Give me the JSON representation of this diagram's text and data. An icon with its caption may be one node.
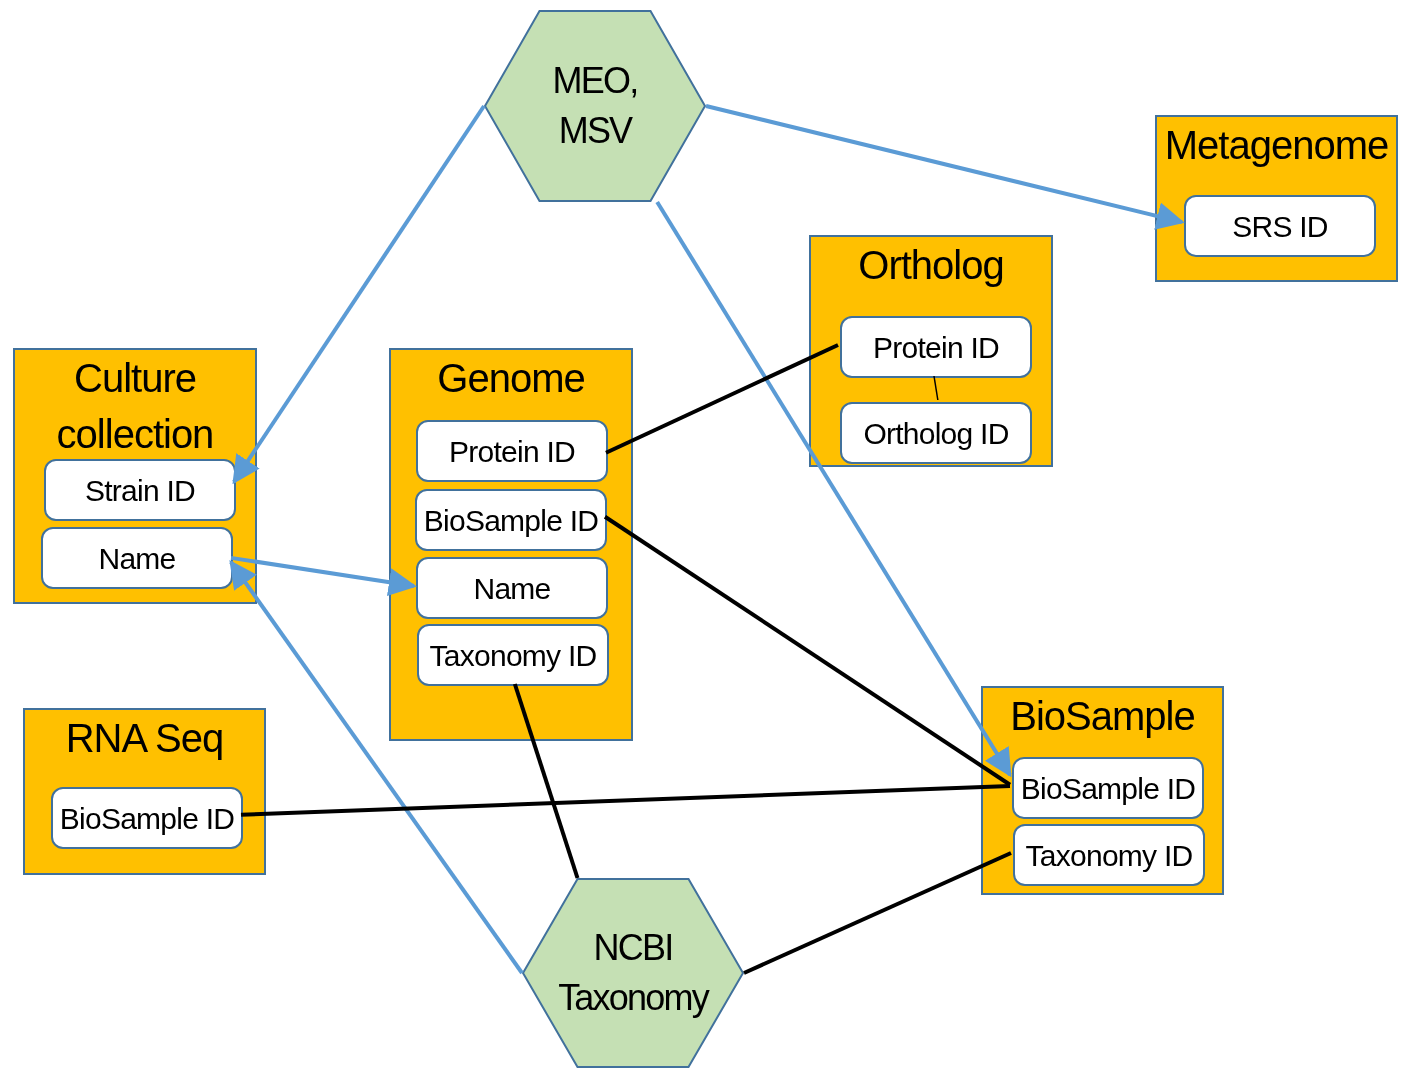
{
  "diagram": {
    "nodes": [
      {
        "text": [
          "MEO, MSV"
        ]
      },
      {
        "text": [
          "Metagenome"
        ]
      },
      {
        "text": [
          "SRS ID"
        ],
        "in": 1
      },
      {
        "text": [
          "Ortholog"
        ]
      },
      {
        "text": [
          "Protein ID"
        ],
        "in": 3
      },
      {
        "text": [
          "Ortholog ID"
        ],
        "in": 3
      },
      {
        "text": [
          "Culture collection"
        ]
      },
      {
        "text": [
          "Strain ID"
        ],
        "in": 6
      },
      {
        "text": [
          "Name"
        ],
        "in": 6
      },
      {
        "text": [
          "Genome"
        ]
      },
      {
        "text": [
          "Protein ID"
        ],
        "in": 9
      },
      {
        "text": [
          "BioSample ID"
        ],
        "in": 9
      },
      {
        "text": [
          "Name"
        ],
        "in": 9
      },
      {
        "text": [
          "Taxonomy ID"
        ],
        "in": 9
      },
      {
        "text": [
          "RNA Seq"
        ]
      },
      {
        "text": [
          "BioSample ID"
        ],
        "in": 14
      },
      {
        "text": [
          "BioSample"
        ]
      },
      {
        "text": [
          "BioSample ID"
        ],
        "in": 16
      },
      {
        "text": [
          "Taxonomy ID"
        ],
        "in": 16
      },
      {
        "text": [
          "NCBI Taxonomy"
        ]
      }
    ],
    "edges": [
      {
        "from": 0,
        "to": 7,
        "arrow": "to",
        "color": "#5b9bd5"
      },
      {
        "from": 0,
        "to": 2,
        "arrow": "to",
        "color": "#5b9bd5"
      },
      {
        "from": 0,
        "to": 17,
        "arrow": "to",
        "color": "#5b9bd5"
      },
      {
        "from": 8,
        "to": 12,
        "arrow": "to",
        "color": "#5b9bd5"
      },
      {
        "from": 19,
        "to": 8,
        "arrow": "to",
        "color": "#5b9bd5"
      },
      {
        "from": 10,
        "to": 4,
        "arrow": "none"
      },
      {
        "from": 4,
        "to": 5,
        "arrow": "none"
      },
      {
        "from": 11,
        "to": 17,
        "arrow": "none"
      },
      {
        "from": 15,
        "to": 17,
        "arrow": "none"
      },
      {
        "from": 13,
        "to": 19,
        "arrow": "none"
      },
      {
        "from": 19,
        "to": 18,
        "arrow": "none"
      }
    ]
  }
}
